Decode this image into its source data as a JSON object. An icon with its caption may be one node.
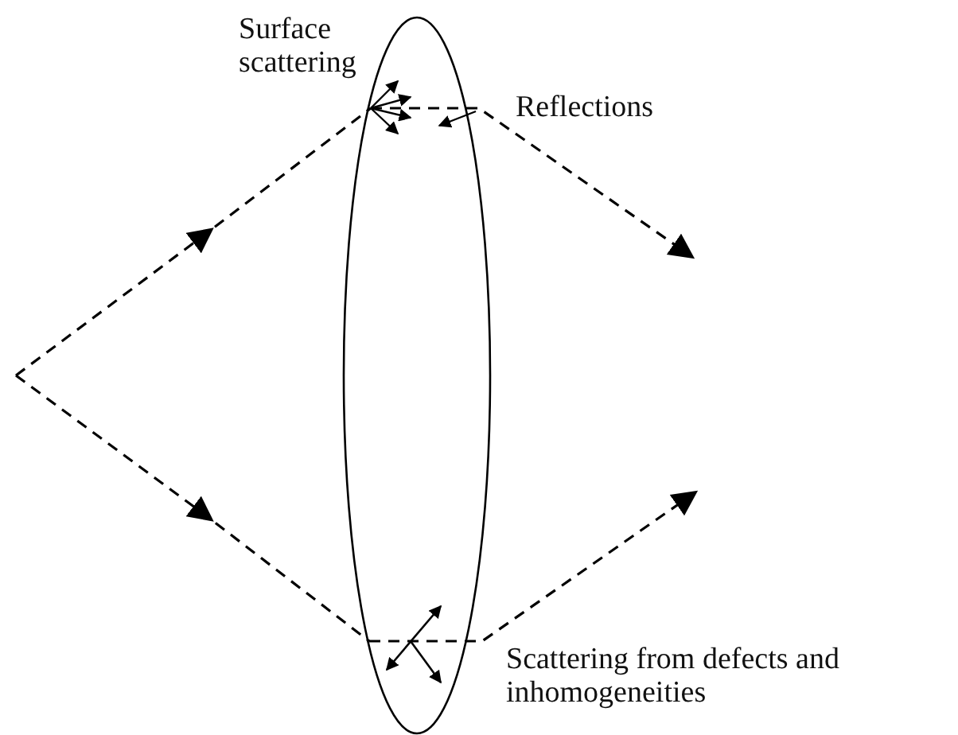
{
  "diagram": {
    "labels": [
      "Surface scattering",
      "Reflections",
      "Scattering from defects and inhomogeneities"
    ]
  }
}
